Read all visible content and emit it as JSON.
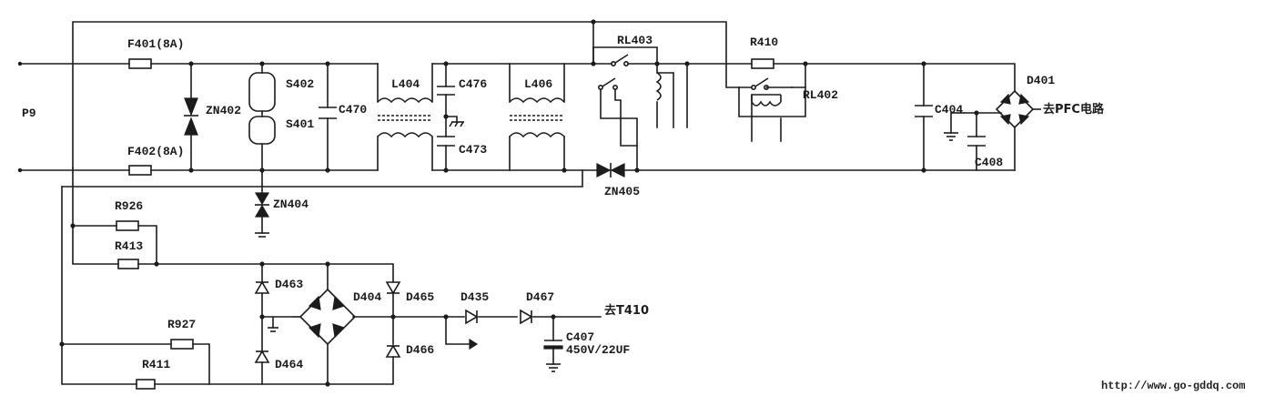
{
  "diagram": {
    "labels": {
      "p9": "P9",
      "f401": "F401(8A)",
      "f402": "F402(8A)",
      "zn402": "ZN402",
      "s402": "S402",
      "s401": "S401",
      "c470": "C470",
      "l404": "L404",
      "c476": "C476",
      "c473": "C473",
      "l406": "L406",
      "rl403": "RL403",
      "r410": "R410",
      "rl402": "RL402",
      "zn405": "ZN405",
      "c404": "C404",
      "c408": "C408",
      "d401": "D401",
      "to_pfc": "去PFC电路",
      "zn404": "ZN404",
      "r926": "R926",
      "r413": "R413",
      "d463": "D463",
      "d464": "D464",
      "d404": "D404",
      "d465": "D465",
      "d466": "D466",
      "d435": "D435",
      "d467": "D467",
      "to_t410": "去T410",
      "c407": "C407",
      "c407_value": "450V/22UF",
      "r927": "R927",
      "r411": "R411"
    },
    "watermark": "http://www.go-gddq.com"
  }
}
